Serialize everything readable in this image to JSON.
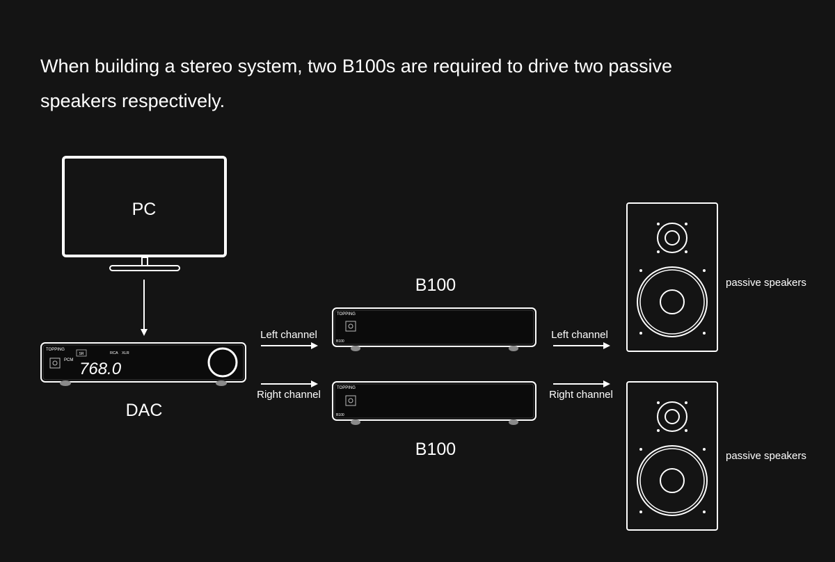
{
  "headline": "When building a stereo system, two B100s are required to drive two passive speakers respectively.",
  "nodes": {
    "pc_label": "PC",
    "dac_label": "DAC",
    "amp_top_label": "B100",
    "amp_bottom_label": "B100",
    "speaker_top_label": "passive speakers",
    "speaker_bottom_label": "passive speakers"
  },
  "arrows": {
    "dac_to_amp_top": "Left channel",
    "dac_to_amp_bottom": "Right channel",
    "amp_top_to_speaker": "Left channel",
    "amp_bottom_to_speaker": "Right channel"
  },
  "devices": {
    "brand": "TOPPING",
    "dac_display_value": "768.0",
    "dac_format": "PCM",
    "dac_rate_badge": "SR",
    "dac_out_rca": "RCA",
    "dac_out_xlr": "XLR",
    "amp_model": "B100"
  },
  "colors": {
    "background": "#141414",
    "line": "#ffffff",
    "device_body": "#0b0b0b"
  }
}
